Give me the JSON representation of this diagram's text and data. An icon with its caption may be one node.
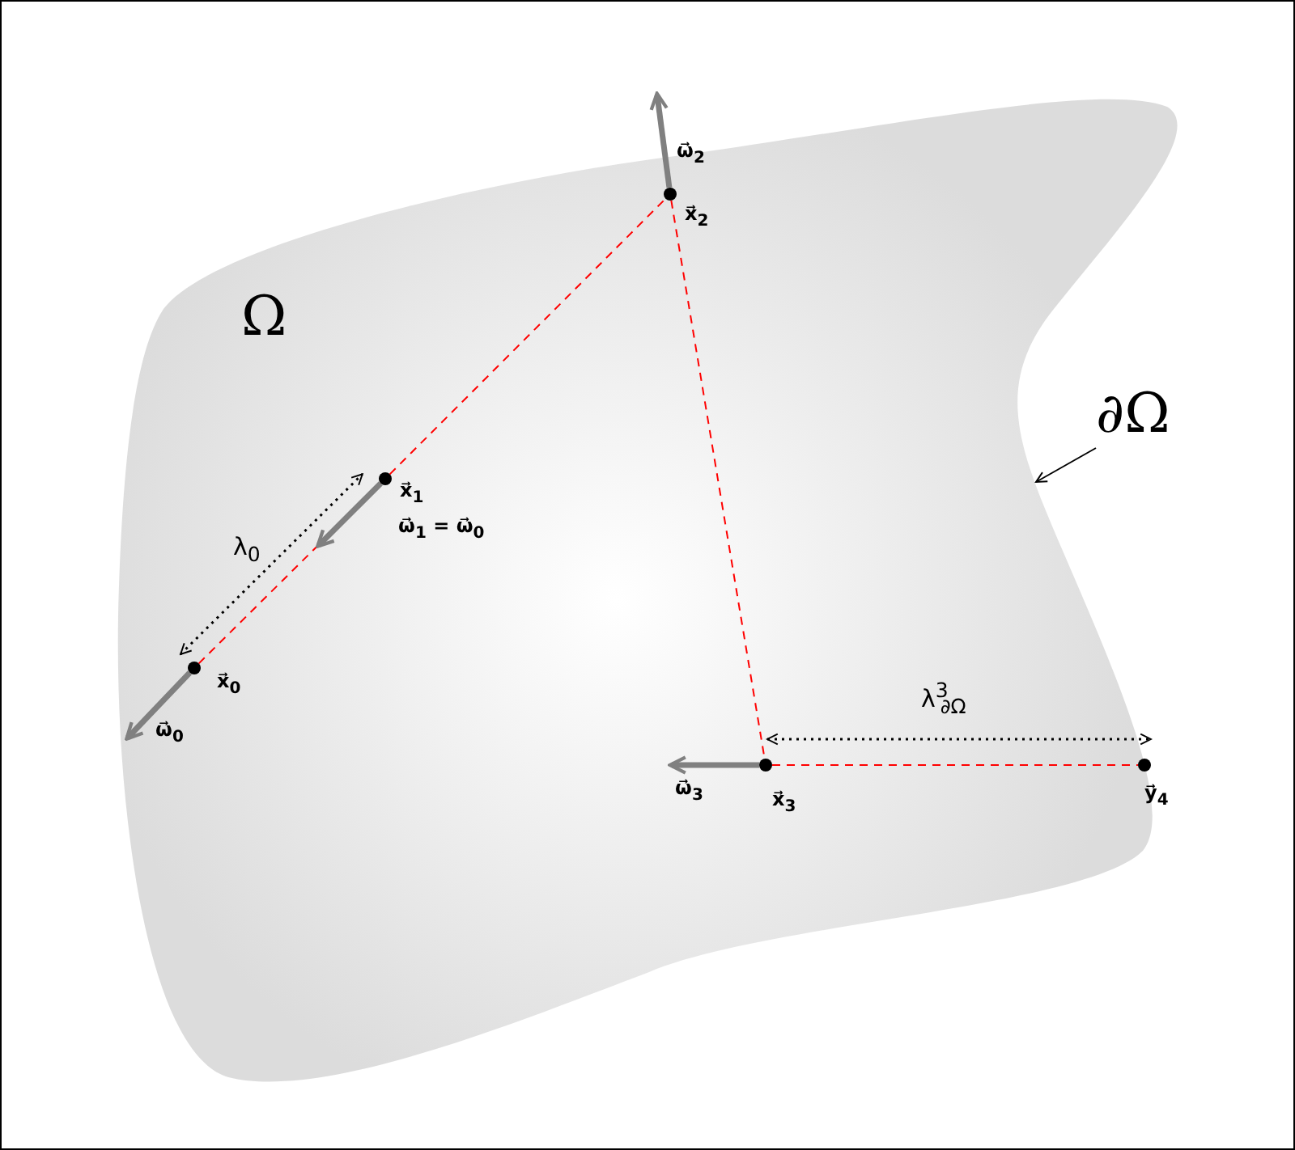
{
  "diagram": {
    "nodes": [
      {
        "text": [
          "Ω"
        ]
      },
      {
        "text": [],
        "shape": "circle",
        "in": 0,
        "beside": [
          "x⃗$_{0}$"
        ]
      },
      {
        "text": [],
        "shape": "circle",
        "in": 0,
        "beside": [
          "x⃗$_{1}$"
        ]
      },
      {
        "text": [],
        "shape": "circle",
        "in": 0,
        "beside": [
          "x⃗$_{2}$"
        ]
      },
      {
        "text": [],
        "shape": "circle",
        "in": 0,
        "beside": [
          "x⃗$_{3}$"
        ]
      },
      {
        "text": [],
        "shape": "circle",
        "in": 0,
        "beside": [
          "y⃗$_{4}$"
        ]
      },
      {
        "text": [
          "∂Ω"
        ]
      }
    ],
    "edges": [
      {
        "from": 1,
        "to": 2,
        "arrow": "none",
        "style": "dashed",
        "color": "#ff0000"
      },
      {
        "from": 2,
        "to": 3,
        "arrow": "none",
        "style": "dashed",
        "color": "#ff0000"
      },
      {
        "from": 3,
        "to": 4,
        "arrow": "none",
        "style": "dashed",
        "color": "#ff0000"
      },
      {
        "from": 4,
        "to": 5,
        "arrow": "none",
        "style": "dashed",
        "color": "#ff0000"
      },
      {
        "from": 6,
        "to": 0,
        "arrow": "to",
        "color": "#000000"
      },
      {
        "from": 3,
        "to": null,
        "arrow": "to",
        "style": "thick",
        "color": "#808080",
        "label": "ω⃗$_{2}$"
      },
      {
        "from": 2,
        "to": null,
        "arrow": "to",
        "style": "thick",
        "color": "#808080",
        "label": "ω⃗$_{1}$ = ω⃗$_{0}$"
      },
      {
        "from": 1,
        "to": null,
        "arrow": "to",
        "style": "thick",
        "color": "#808080",
        "label": "ω⃗$_{0}$"
      },
      {
        "from": 4,
        "to": null,
        "arrow": "to",
        "style": "thick",
        "color": "#808080",
        "label": "ω⃗$_{3}$"
      },
      {
        "from": 1,
        "to": 2,
        "arrow": "both",
        "style": "dashed",
        "color": "#000000",
        "label": "λ$_{0}$"
      },
      {
        "from": 4,
        "to": 5,
        "arrow": "both",
        "style": "dashed",
        "color": "#000000",
        "label": "λ$^{3}$$_{∂Ω}$"
      }
    ]
  }
}
